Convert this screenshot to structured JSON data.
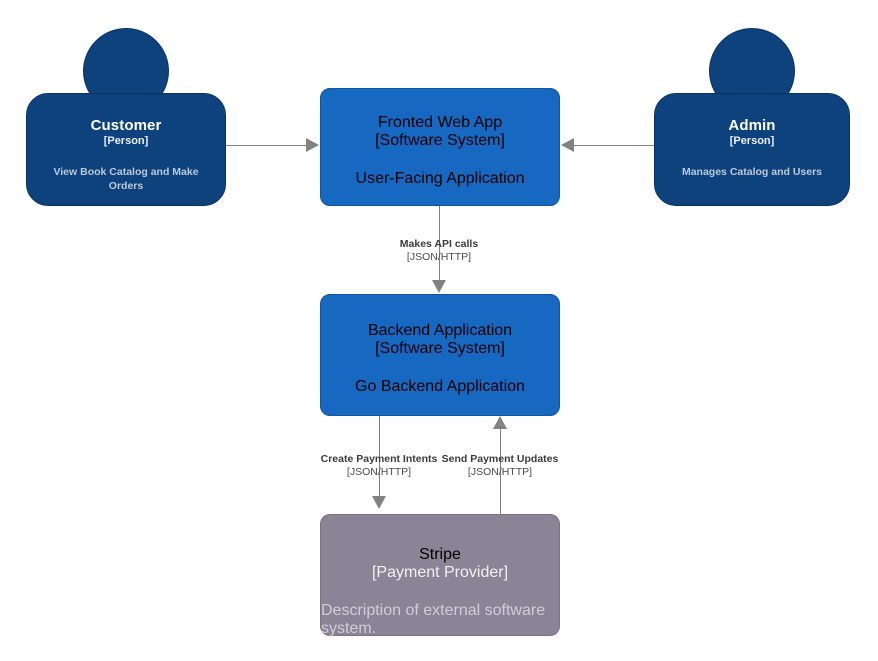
{
  "diagram": {
    "type": "c4-system-context",
    "background": "#ffffff",
    "palette": {
      "person": "#0d427d",
      "person_border": "#0a3362",
      "software_system": "#1668c1",
      "software_system_border": "#12559e",
      "external_system": "#8b8496",
      "external_system_border": "#78717f",
      "connector": "#828282",
      "label_text": "#3b3b3b"
    }
  },
  "nodes": {
    "customer": {
      "title": "Customer",
      "subtitle": "[Person]",
      "description": "View Book Catalog and Make Orders",
      "kind": "person"
    },
    "frontend": {
      "title": "Fronted Web App",
      "subtitle": "[Software System]",
      "description": "User-Facing Application",
      "kind": "software-system"
    },
    "admin": {
      "title": "Admin",
      "subtitle": "[Person]",
      "description": "Manages Catalog and Users",
      "kind": "person"
    },
    "backend": {
      "title": "Backend Application",
      "subtitle": "[Software System]",
      "description": "Go Backend Application",
      "kind": "software-system"
    },
    "stripe": {
      "title": "Stripe",
      "subtitle": "[Payment Provider]",
      "description": "Description of external software system.",
      "kind": "external-software-system"
    }
  },
  "connections": {
    "customer_to_frontend": {
      "label": "",
      "technology": "",
      "direction": "right"
    },
    "admin_to_frontend": {
      "label": "",
      "technology": "",
      "direction": "left"
    },
    "frontend_to_backend": {
      "label": "Makes API calls",
      "technology": "[JSON/HTTP]",
      "direction": "down"
    },
    "backend_to_stripe": {
      "label": "Create Payment Intents",
      "technology": "[JSON/HTTP]",
      "direction": "down"
    },
    "stripe_to_backend": {
      "label": "Send Payment Updates",
      "technology": "[JSON/HTTP]",
      "direction": "up"
    }
  }
}
